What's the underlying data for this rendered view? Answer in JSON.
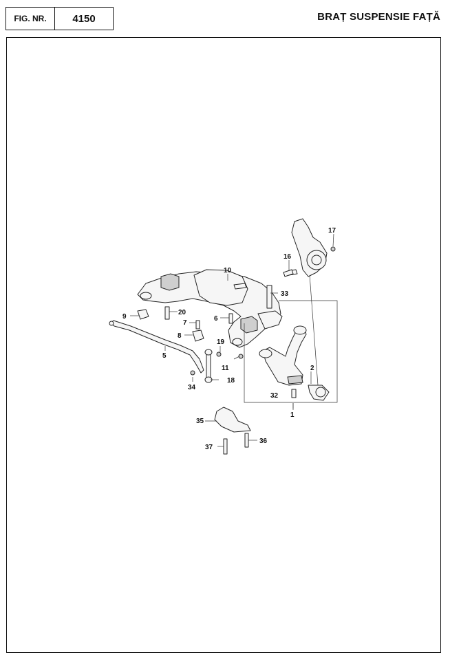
{
  "header": {
    "fig_label": "FIG. NR.",
    "fig_number": "4150",
    "title": "BRAȚ SUSPENSIE FAȚĂ"
  },
  "callouts": {
    "c1": "1",
    "c2": "2",
    "c5": "5",
    "c6": "6",
    "c7": "7",
    "c8": "8",
    "c9": "9",
    "c10": "10",
    "c11": "11",
    "c16": "16",
    "c17": "17",
    "c18": "18",
    "c19": "19",
    "c20": "20",
    "c32": "32",
    "c33": "33",
    "c34": "34",
    "c35": "35",
    "c36": "36",
    "c37": "37"
  }
}
